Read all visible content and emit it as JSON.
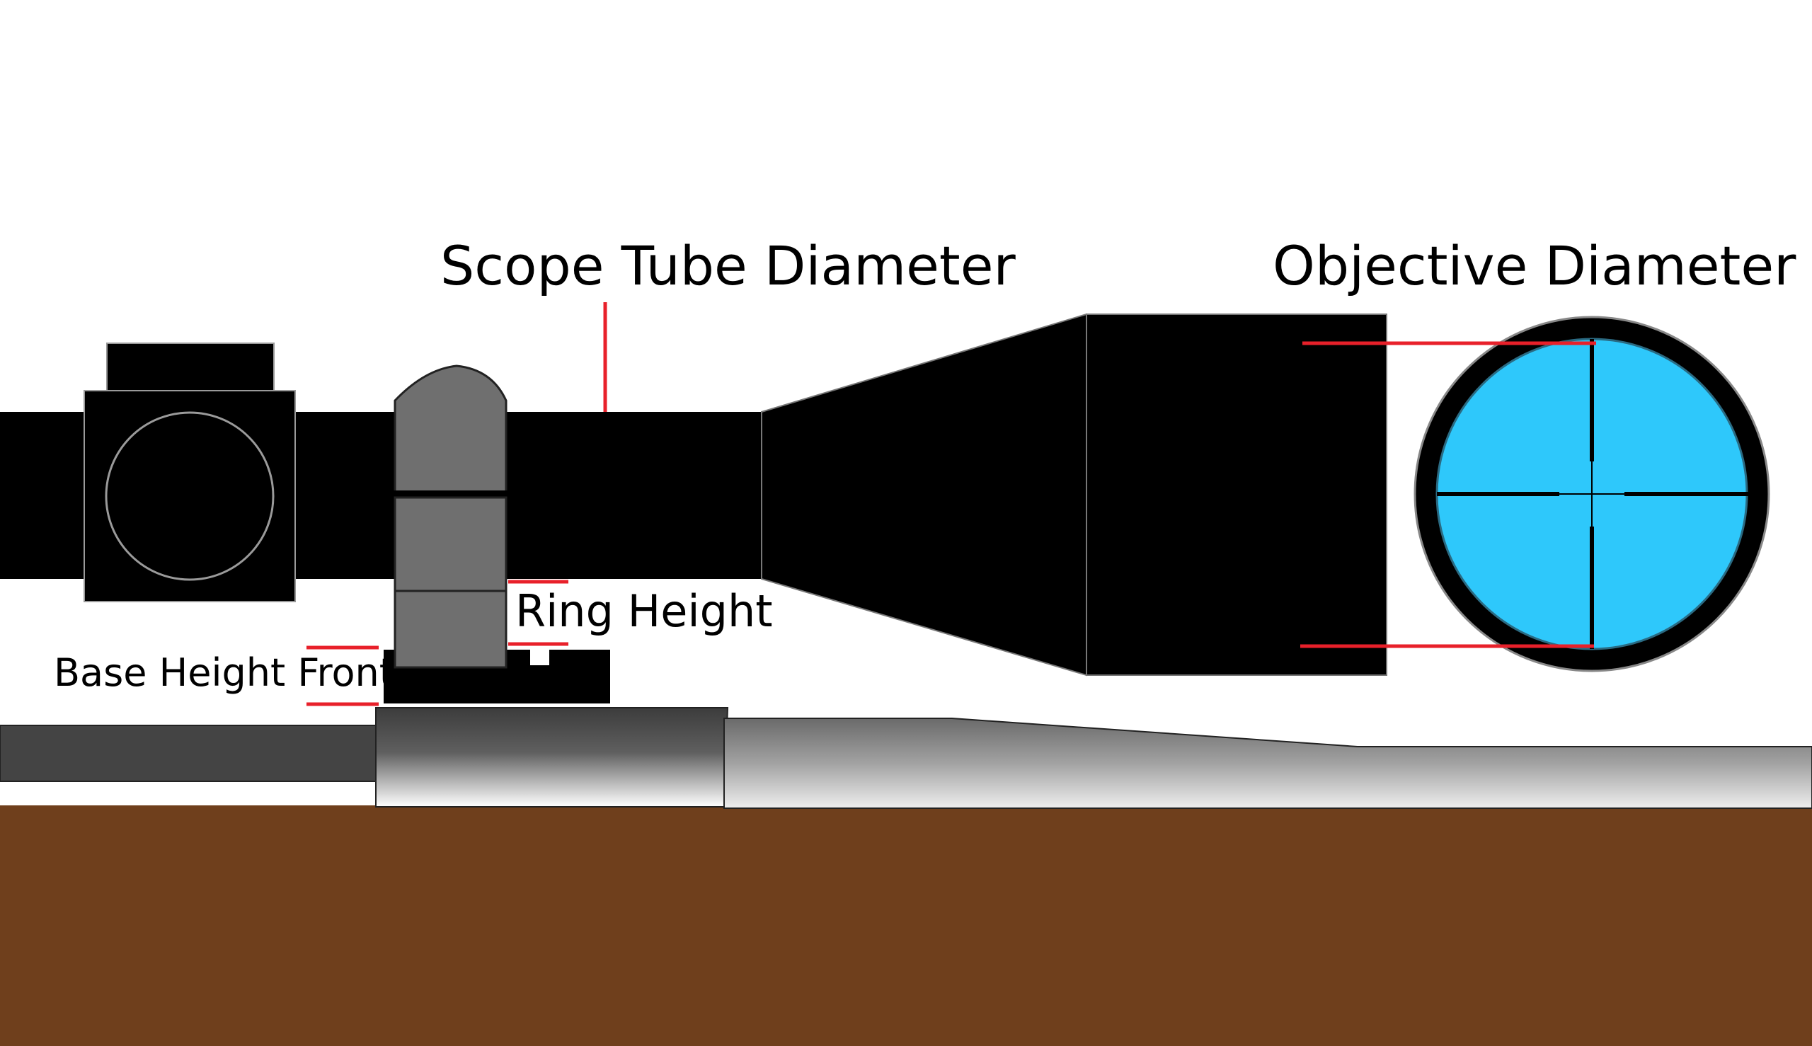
{
  "labels": {
    "scope_tube_diameter": "Scope Tube Diameter",
    "objective_diameter": "Objective Diameter",
    "ring_height": "Ring Height",
    "base_height_front": "Base Height Front"
  },
  "colors": {
    "background": "#ffffff",
    "scope_body": "#000000",
    "ring": "#6f6f6f",
    "measurement_line": "#e8202a",
    "lens_glass": "#2ec8fb",
    "stock_wood": "#6f3f1c",
    "barrel_dark": "#444444",
    "barrel_light": "#9a9a9a"
  },
  "icons": {
    "reticle": "crosshair-reticle-icon"
  }
}
